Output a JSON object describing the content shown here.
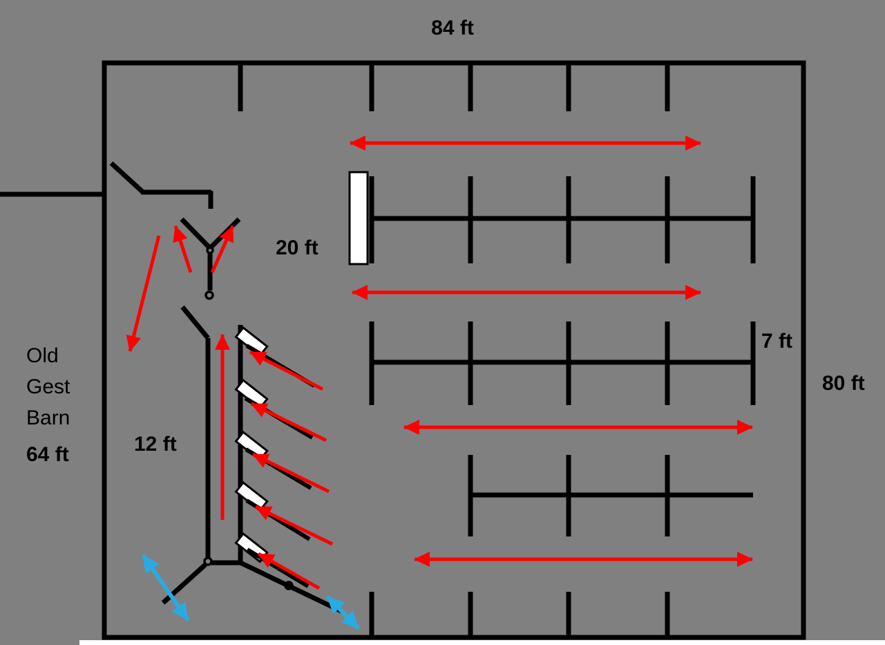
{
  "diagram": {
    "type": "barn-floor-plan",
    "labels": {
      "top_width": "84 ft",
      "right_height": "80 ft",
      "stall_depth": "7 ft",
      "chute_length": "20 ft",
      "alley_width": "12 ft",
      "old_barn_line1": "Old",
      "old_barn_line2": "Gest",
      "old_barn_line3": "Barn",
      "old_barn_length": "64 ft"
    }
  },
  "colors": {
    "background": "#808080",
    "structure": "#000000",
    "arrow_red": "#ff0000",
    "arrow_blue": "#29abe2",
    "gate_fill": "#ffffff",
    "label_text": "#000000",
    "page_strip": "#ffffff"
  }
}
